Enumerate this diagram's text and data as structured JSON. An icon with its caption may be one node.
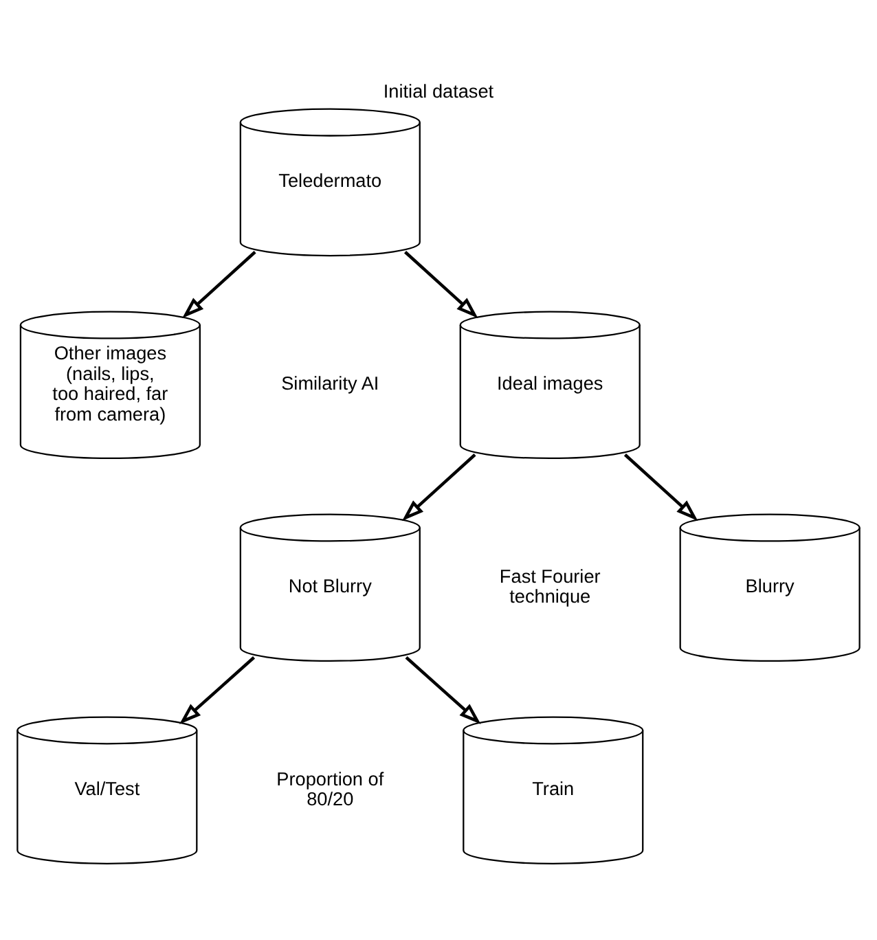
{
  "diagram": {
    "title": "Initial dataset",
    "nodes": [
      {
        "text": [
          "Teledermato"
        ]
      },
      {
        "text": [
          "Other images (nails, lips, too haired, far from camera)"
        ]
      },
      {
        "text": [
          "Ideal images"
        ]
      },
      {
        "text": [
          "Not Blurry"
        ]
      },
      {
        "text": [
          "Blurry"
        ]
      },
      {
        "text": [
          "Val/Test"
        ]
      },
      {
        "text": [
          "Train"
        ]
      }
    ],
    "edges": [
      {
        "from": 0,
        "to": 1,
        "arrow": "to"
      },
      {
        "from": 0,
        "to": 2,
        "arrow": "to"
      },
      {
        "from": 2,
        "to": 3,
        "arrow": "to"
      },
      {
        "from": 2,
        "to": 4,
        "arrow": "to"
      },
      {
        "from": 3,
        "to": 5,
        "arrow": "to"
      },
      {
        "from": 3,
        "to": 6,
        "arrow": "to"
      }
    ],
    "labels": [
      "Similarity AI",
      "Fast Fourier technique",
      "Proportion of 80/20"
    ]
  }
}
